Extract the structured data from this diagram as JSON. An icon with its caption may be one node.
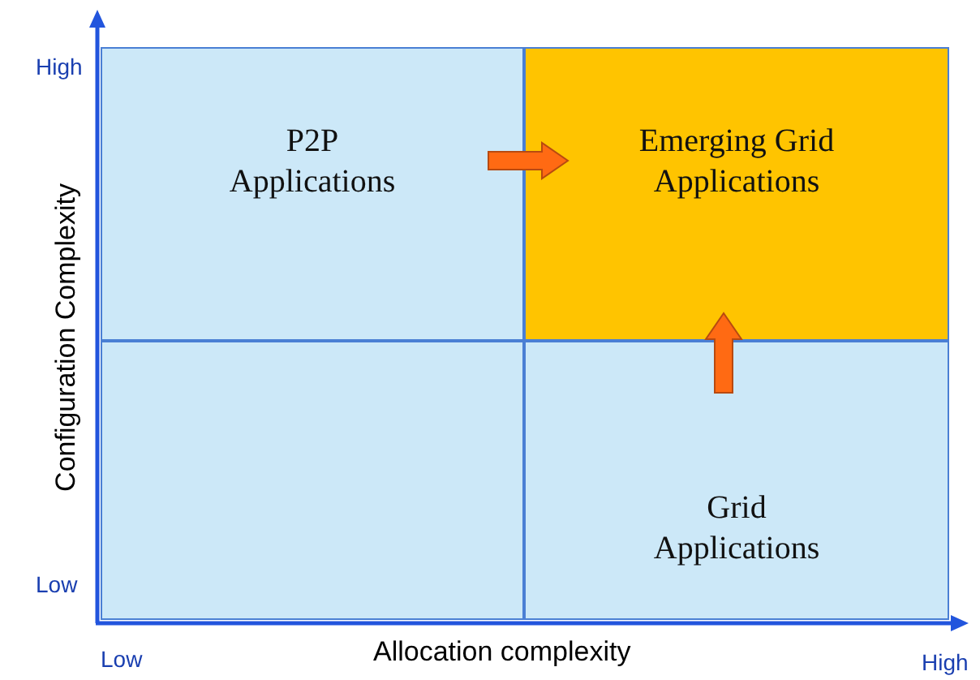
{
  "diagram": {
    "nodes": [
      {
        "text": [
          "P2P Applications"
        ]
      },
      {
        "text": [
          "Emerging Grid Applications"
        ]
      },
      {
        "text": [],
        "shape": "box"
      },
      {
        "text": [
          "Grid Applications"
        ]
      }
    ],
    "edges": [
      {
        "from": 0,
        "to": 1,
        "arrow": "to",
        "style": "thick",
        "color": "#ff6a13"
      },
      {
        "from": 3,
        "to": 1,
        "arrow": "to",
        "style": "thick",
        "color": "#ff6a13"
      }
    ],
    "labels": [
      "High",
      "Configuration Complexity",
      "Low",
      "Low",
      "Allocation complexity",
      "High"
    ]
  }
}
